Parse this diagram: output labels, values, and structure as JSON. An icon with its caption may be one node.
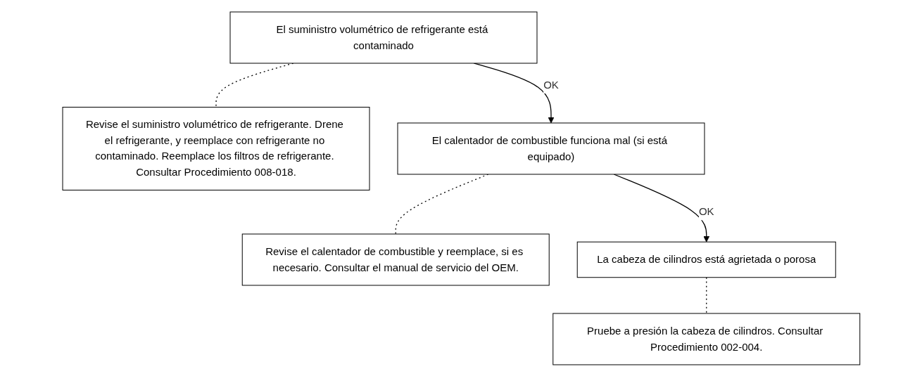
{
  "diagram": {
    "nodes": [
      {
        "text": [
          "El suministro volumétrico de refrigerante está contaminado"
        ]
      },
      {
        "text": [
          "Revise el suministro volumétrico de refrigerante. Drene el refrigerante, y reemplace con refrigerante no contaminado. Reemplace los filtros de refrigerante. Consultar Procedimiento 008-018."
        ]
      },
      {
        "text": [
          "El calentador de combustible funciona mal (si está equipado)"
        ]
      },
      {
        "text": [
          "Revise el calentador de combustible y reemplace, si es necesario. Consultar el manual de servicio del OEM."
        ]
      },
      {
        "text": [
          "La cabeza de cilindros está agrietada o porosa"
        ]
      },
      {
        "text": [
          "Pruebe a presión la cabeza de cilindros. Consultar Procedimiento 002-004."
        ]
      }
    ],
    "edges": [
      {
        "from": 0,
        "to": 1,
        "arrow": "none",
        "style": "dashed"
      },
      {
        "from": 0,
        "to": 2,
        "arrow": "to",
        "label": "OK"
      },
      {
        "from": 2,
        "to": 3,
        "arrow": "none",
        "style": "dashed"
      },
      {
        "from": 2,
        "to": 4,
        "arrow": "to",
        "label": "OK"
      },
      {
        "from": 4,
        "to": 5,
        "arrow": "none",
        "style": "dashed"
      }
    ]
  }
}
